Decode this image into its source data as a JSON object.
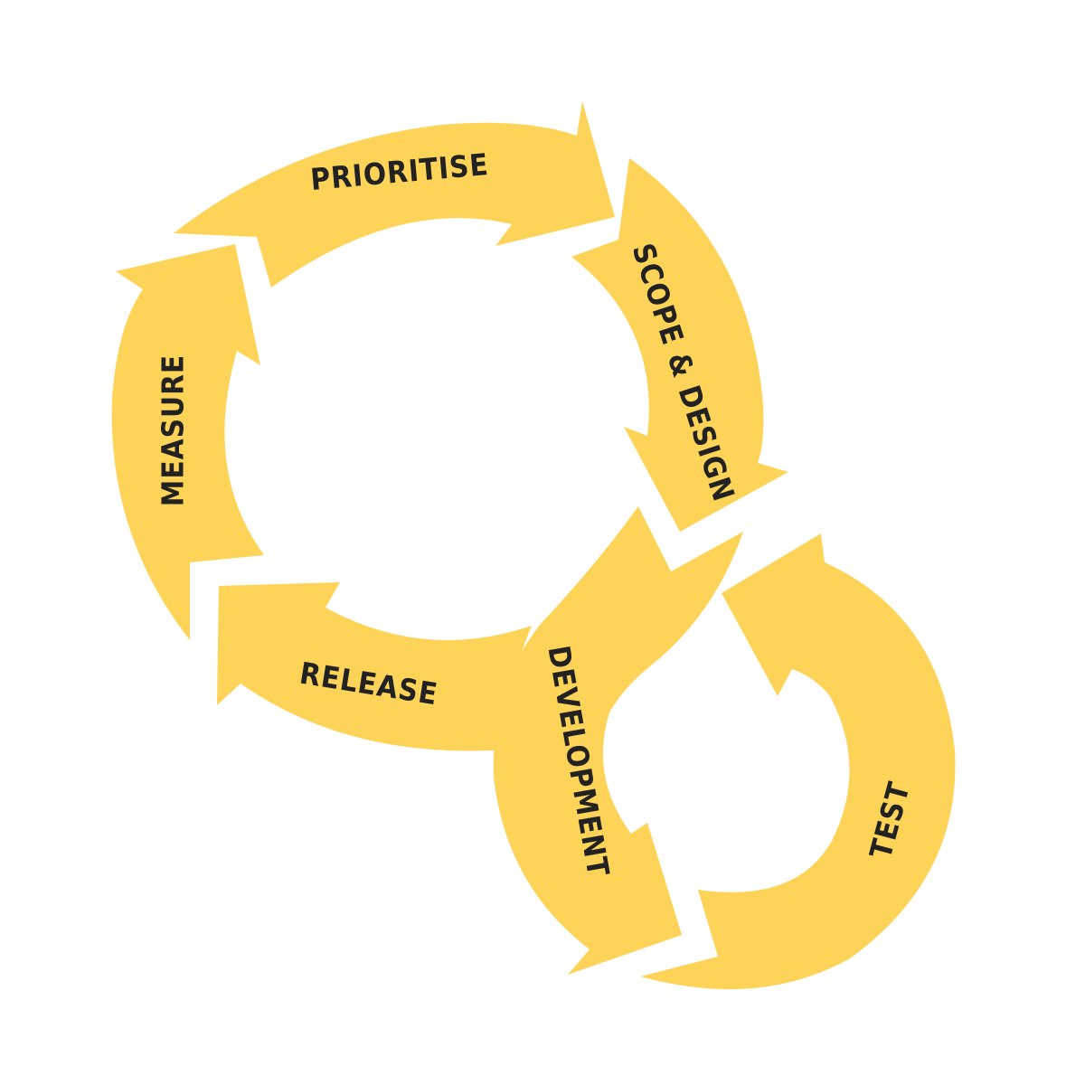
{
  "colors": {
    "arrow_fill": "#FDD358",
    "label_text": "#222222",
    "background": "#FFFFFF"
  },
  "main_cycle": {
    "stages": [
      {
        "id": "prioritise",
        "label": "PRIORITISE"
      },
      {
        "id": "scope-design",
        "label": "SCOPE & DESIGN"
      },
      {
        "id": "release",
        "label": "RELEASE"
      },
      {
        "id": "measure",
        "label": "MEASURE"
      }
    ]
  },
  "dev_cycle": {
    "stages": [
      {
        "id": "development",
        "label": "DEVELOPMENT"
      },
      {
        "id": "test",
        "label": "TEST"
      }
    ]
  }
}
